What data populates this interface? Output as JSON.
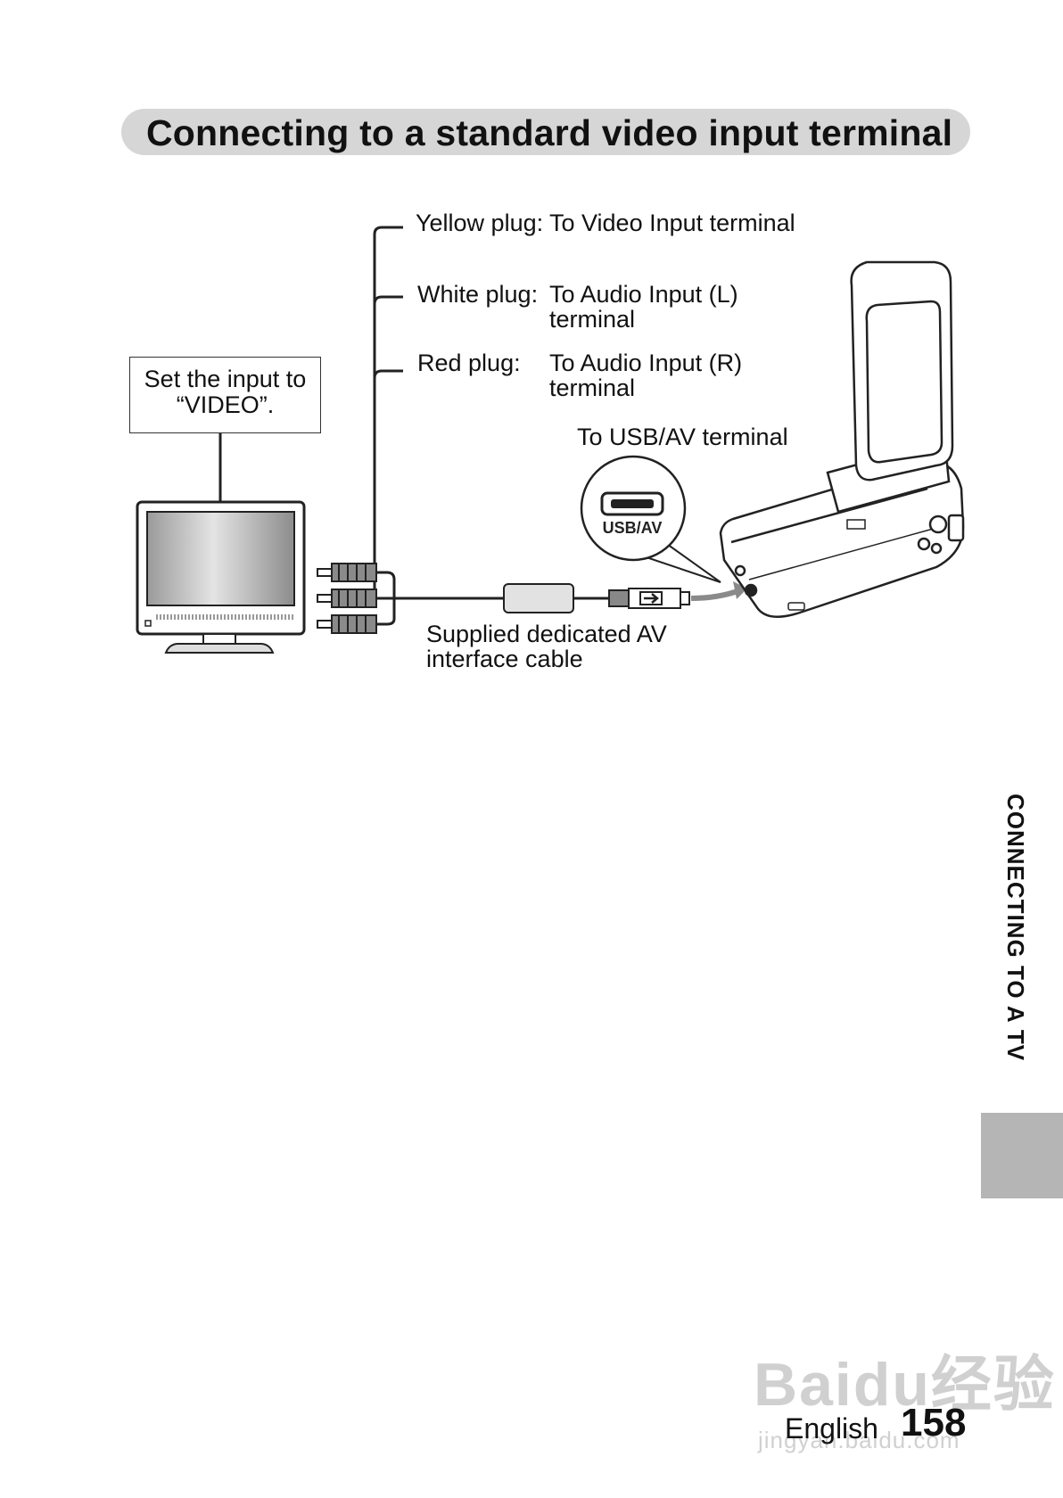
{
  "title": "Connecting to a standard video input terminal",
  "callout": {
    "line1": "Set the input to",
    "line2": "“VIDEO”."
  },
  "plugs": [
    {
      "name": "Yellow plug:",
      "target": "To Video Input terminal",
      "target2": ""
    },
    {
      "name": "White plug:",
      "target": "To Audio Input (L)",
      "target2": "terminal"
    },
    {
      "name": "Red plug:",
      "target": "To Audio Input (R)",
      "target2": "terminal"
    }
  ],
  "usb_av_label": "To USB/AV terminal",
  "usb_av_icon_text": "USB/AV",
  "cable": {
    "line1": "Supplied dedicated AV",
    "line2": "interface cable"
  },
  "side_tab": "CONNECTING TO A TV",
  "footer": {
    "language": "English",
    "page_number": "158"
  },
  "watermark": {
    "brand": "Baidu经验",
    "url": "jingyan.baidu.com"
  },
  "colors": {
    "title_bar": "#d6d6d6",
    "side_tab": "#b5b5b5",
    "arrow": "#888888"
  }
}
